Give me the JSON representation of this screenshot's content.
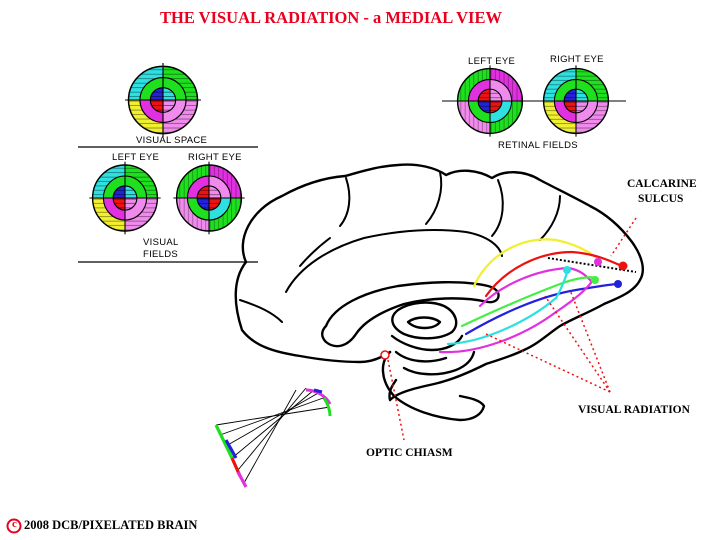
{
  "title": "THE VISUAL RADIATION - a MEDIAL VIEW",
  "labels": {
    "visual_space": "VISUAL SPACE",
    "left_eye_top": "LEFT EYE",
    "right_eye_top": "RIGHT EYE",
    "retinal_fields": "RETINAL FIELDS",
    "left_eye_fields": "LEFT EYE",
    "right_eye_fields": "RIGHT EYE",
    "visual_fields_line1": "VISUAL",
    "visual_fields_line2": "FIELDS",
    "calcarine_line1": "CALCARINE",
    "calcarine_line2": "SULCUS",
    "visual_radiation": "VISUAL RADIATION",
    "optic_chiasm": "OPTIC CHIASM"
  },
  "footer": {
    "copyright_symbol": "c",
    "credit": "2008  DCB/PIXELATED BRAIN"
  },
  "colors": {
    "title_red": "#e8001e",
    "green": "#1fe01f",
    "magenta": "#e030e0",
    "cyan": "#2ee0e0",
    "yellow": "#f0f030",
    "red": "#ee1111",
    "blue": "#2222dd",
    "pink": "#f08aec",
    "lime": "#44ee44"
  }
}
